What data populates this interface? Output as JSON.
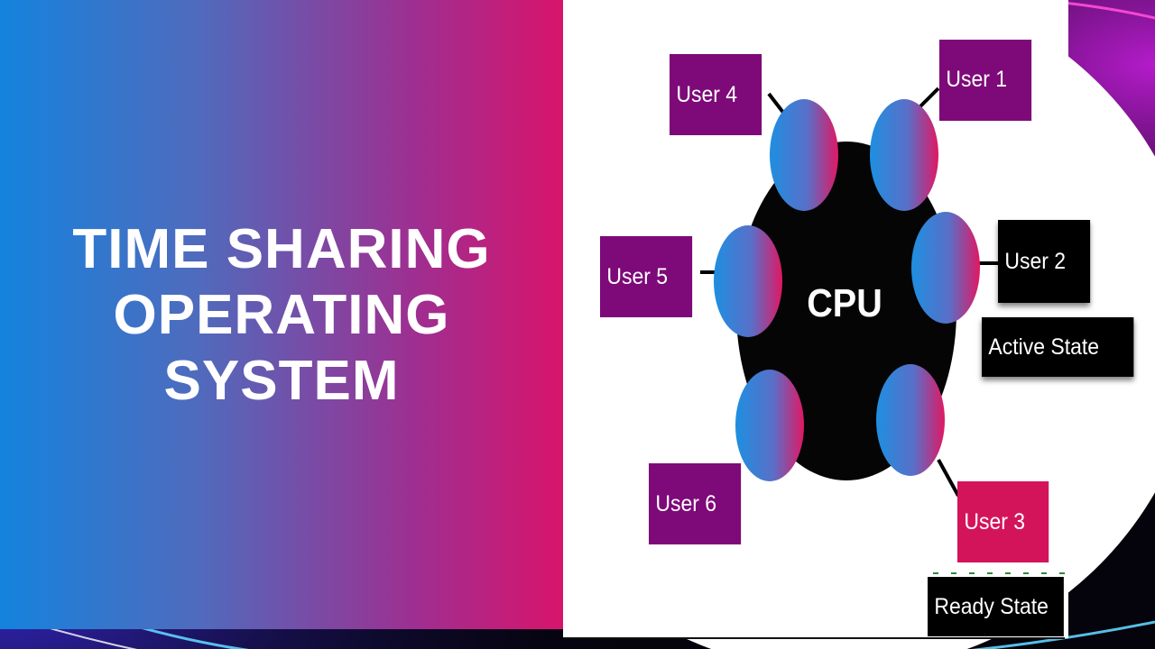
{
  "title": {
    "line1": "TIME SHARING",
    "line2": "OPERATING",
    "line3": "SYSTEM"
  },
  "diagram": {
    "cpu_label": "CPU",
    "users": {
      "user1": "User 1",
      "user2": "User 2",
      "user3": "User 3",
      "user4": "User 4",
      "user5": "User 5",
      "user6": "User 6"
    },
    "states": {
      "active": "Active State",
      "ready": "Ready State"
    }
  },
  "colors": {
    "purple_box": "#7d0a78",
    "pink_box": "#d4145a",
    "black_box": "#000000",
    "cpu_fill": "#050505",
    "gradient_blue": "#1483dd",
    "gradient_pink": "#d8146b"
  }
}
